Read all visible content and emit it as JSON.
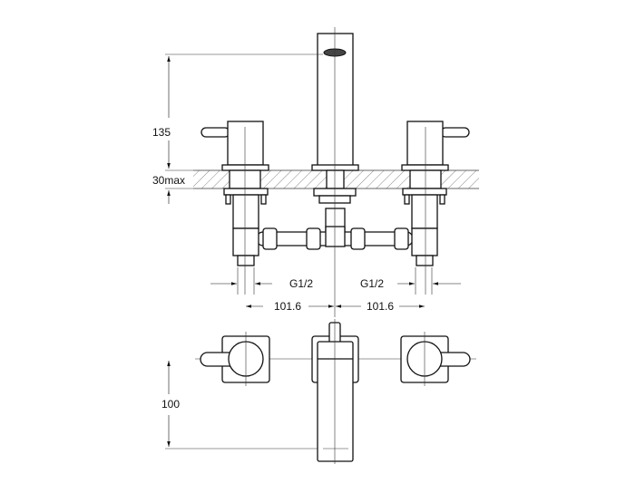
{
  "dimensions": {
    "spout_height": "135",
    "deck_thickness": "30max",
    "inlet_left": "G1/2",
    "inlet_right": "G1/2",
    "spacing_left": "101.6",
    "spacing_right": "101.6",
    "spout_reach": "100"
  }
}
